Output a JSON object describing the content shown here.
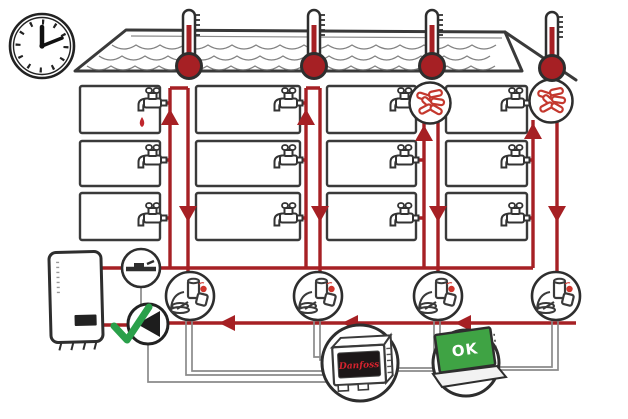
{
  "page": {
    "type": "illustration",
    "subject": "domestic-hot-water-circulation-system"
  },
  "colors": {
    "pipe_red": "#a62024",
    "bacteria_red": "#c4382e",
    "sketch_dark": "#2e2e2e",
    "wire_gray": "#8a8a8a",
    "screen_green": "#3fa344",
    "check_green": "#2aa04a",
    "screen_black": "#1c1718",
    "logo_red": "#d5232e"
  },
  "clock": {
    "icon": "wall-clock-icon",
    "time_indicated": "12:10"
  },
  "roof": {
    "thermometer_count": 4
  },
  "building": {
    "floors": 3,
    "apartment_columns": 4,
    "faucet_count": 12,
    "dripping_faucet_position": "top-left",
    "riser_count": 4
  },
  "contamination": {
    "bacteria_spot_count": 2,
    "locations": [
      "top of riser 3",
      "top of riser 4"
    ]
  },
  "plant": {
    "boiler": "wall-hung-water-heater",
    "shutoff_valve_count": 1,
    "pump_status_icon": "green-check",
    "mtcv_valve_count": 4
  },
  "controller": {
    "logo": "Danfoss"
  },
  "laptop": {
    "screen_text": "OK"
  }
}
